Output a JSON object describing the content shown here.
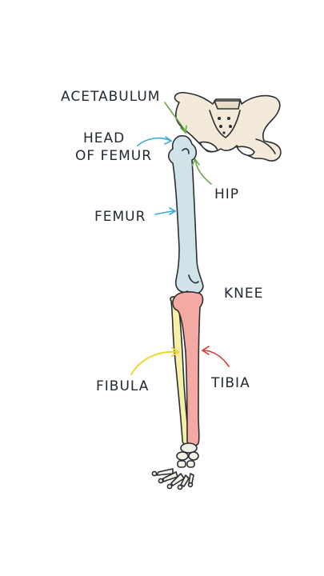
{
  "labels": {
    "acetabulum": "ACETABULUM",
    "head_of_femur_line1": "HEAD",
    "head_of_femur_line2": "OF FEMUR",
    "hip": "HIP",
    "femur": "FEMUR",
    "knee": "KNEE",
    "fibula": "FIBULA",
    "tibia": "TIBIA"
  },
  "colors": {
    "pelvis": "#f3ead9",
    "femur": "#cfe3e8",
    "tibia": "#f4a9a3",
    "fibula": "#f6efa6",
    "foot": "#f4efe4",
    "arrow_acetabulum": "#6aa84f",
    "arrow_hip": "#6aa84f",
    "arrow_head_of_femur": "#3aa9d6",
    "arrow_femur": "#3aa9d6",
    "arrow_fibula": "#f0d630",
    "arrow_tibia": "#d93a30"
  }
}
